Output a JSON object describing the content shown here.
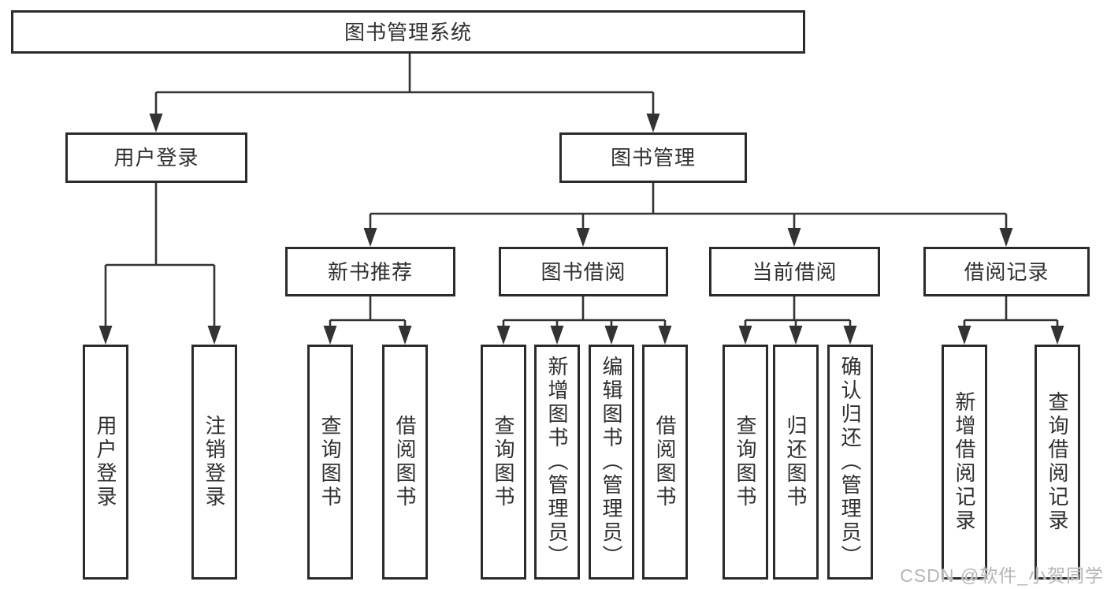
{
  "diagram": {
    "root": {
      "label": "图书管理系统"
    },
    "branches": [
      {
        "label": "用户登录",
        "children": [
          {
            "label": "用户登录"
          },
          {
            "label": "注销登录"
          }
        ]
      },
      {
        "label": "图书管理",
        "children": [
          {
            "label": "新书推荐",
            "children": [
              {
                "label": "查询图书"
              },
              {
                "label": "借阅图书"
              }
            ]
          },
          {
            "label": "图书借阅",
            "children": [
              {
                "label": "查询图书"
              },
              {
                "label": "新增图书（管理员）"
              },
              {
                "label": "编辑图书（管理员）"
              },
              {
                "label": "借阅图书"
              }
            ]
          },
          {
            "label": "当前借阅",
            "children": [
              {
                "label": "查询图书"
              },
              {
                "label": "归还图书"
              },
              {
                "label": "确认归还（管理员）"
              }
            ]
          },
          {
            "label": "借阅记录",
            "children": [
              {
                "label": "新增借阅记录"
              },
              {
                "label": "查询借阅记录"
              }
            ]
          }
        ]
      }
    ]
  },
  "watermark": {
    "text": "CSDN @软件_小贺同学"
  },
  "colors": {
    "line": "#333333",
    "box_border": "#2b2b2b",
    "box_fill": "#ffffff",
    "text": "#2f2f2f",
    "watermark": "#b6b6b6",
    "background": "#ffffff"
  }
}
